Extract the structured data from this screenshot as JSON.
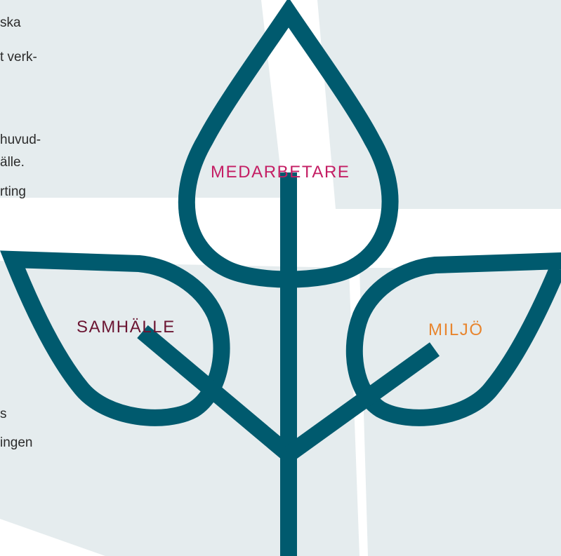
{
  "text_fragments": [
    "ska",
    "t verk-",
    "huvud-",
    "älle.",
    "rting",
    "s",
    "ingen"
  ],
  "diagram": {
    "labels": {
      "top": "MEDARBETARE",
      "left": "SAMHÄLLE",
      "right": "MILJÖ"
    },
    "colors": {
      "plant": "#005a6e",
      "top_label": "#c41e64",
      "left_label": "#6b1532",
      "right_label": "#e8852e",
      "background_panel": "#e5ecee"
    }
  }
}
